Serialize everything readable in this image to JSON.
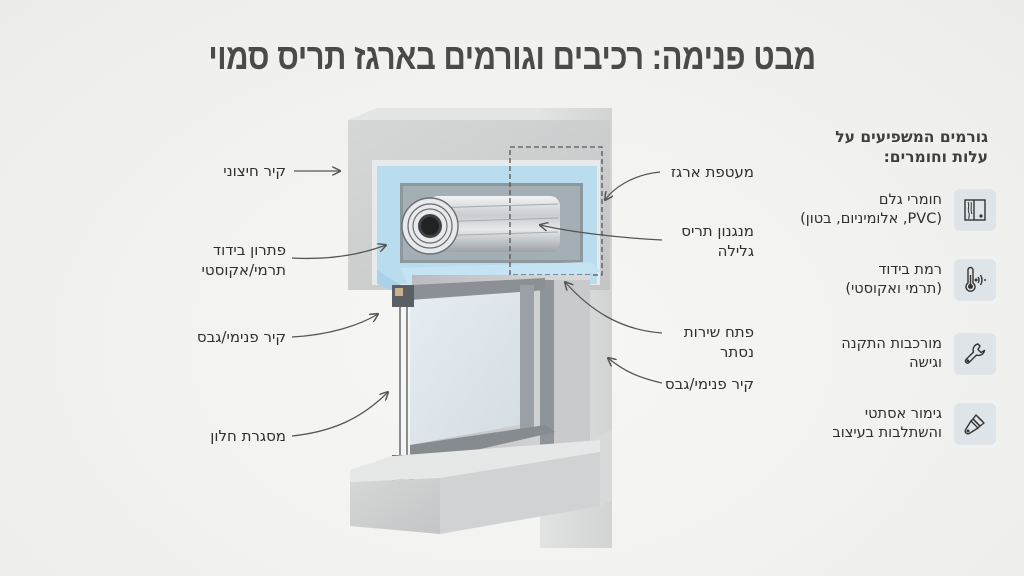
{
  "title": "מבט פנימה: רכיבים וגורמים בארגז תריס סמוי",
  "diagram": {
    "left_labels": [
      {
        "id": "outer-wall",
        "lines": [
          "קיר חיצוני"
        ]
      },
      {
        "id": "insulation",
        "lines": [
          "פתרון בידוד",
          "תרמי/אקוסטי"
        ]
      },
      {
        "id": "inner-wall-left",
        "lines": [
          "קיר פנימי/גבס"
        ]
      },
      {
        "id": "window-frame",
        "lines": [
          "מסגרת חלון"
        ]
      }
    ],
    "right_labels": [
      {
        "id": "box-casing",
        "lines": [
          "מעטפת ארגז"
        ]
      },
      {
        "id": "roller-mechanism",
        "lines": [
          "מנגנון תריס",
          "גלילה"
        ]
      },
      {
        "id": "service-hatch",
        "lines": [
          "פתח שירות",
          "נסתר"
        ]
      },
      {
        "id": "inner-wall-right",
        "lines": [
          "קיר פנימי/גבס"
        ]
      }
    ],
    "colors": {
      "concrete": "#c9cacb",
      "concrete_light": "#dcdddd",
      "insulation": "#b9dcef",
      "insulation_dark": "#9ccbe6",
      "aluminum": "#8c9196",
      "glass": "#dfe7ec",
      "arrow": "#555555"
    }
  },
  "factors": {
    "title_lines": [
      "גורמים המשפיעים על",
      "עלות וחומרים:"
    ],
    "items": [
      {
        "icon": "panel-material-icon",
        "lines": [
          "חומרי גלם",
          "(PVC, אלומיניום, בטון)"
        ]
      },
      {
        "icon": "thermometer-sound-icon",
        "lines": [
          "רמת בידוד",
          "(תרמי ואקוסטי)"
        ]
      },
      {
        "icon": "wrench-icon",
        "lines": [
          "מורכבות התקנה",
          "וגישה"
        ]
      },
      {
        "icon": "paintbrush-icon",
        "lines": [
          "גימור אסתטי",
          "והשתלבות בעיצוב"
        ]
      }
    ],
    "tile_color": "#dfe4e8"
  }
}
